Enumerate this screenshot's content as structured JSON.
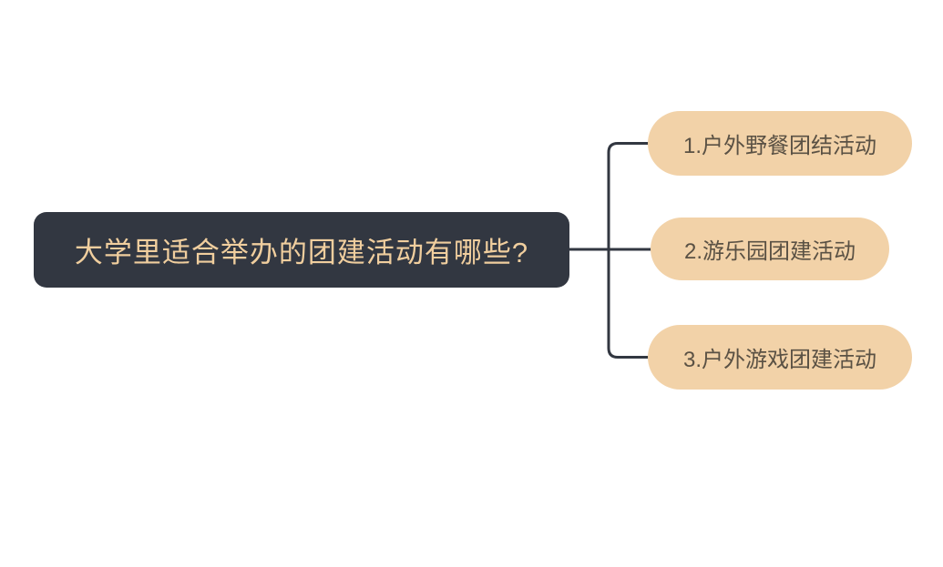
{
  "page": {
    "background": "#FFFFFF"
  },
  "mindmap": {
    "root": {
      "label": "大学里适合举办的团建活动有哪些?",
      "background": "#323741",
      "text_color": "#F0CE9E"
    },
    "children": [
      {
        "label": "1.户外野餐团结活动"
      },
      {
        "label": "2.游乐园团建活动"
      },
      {
        "label": "3.户外游戏团建活动"
      }
    ],
    "child_style": {
      "background": "#F2D2A8",
      "text_color": "#5A5144"
    },
    "connector": {
      "color": "#323741",
      "stroke_width": 3
    }
  }
}
